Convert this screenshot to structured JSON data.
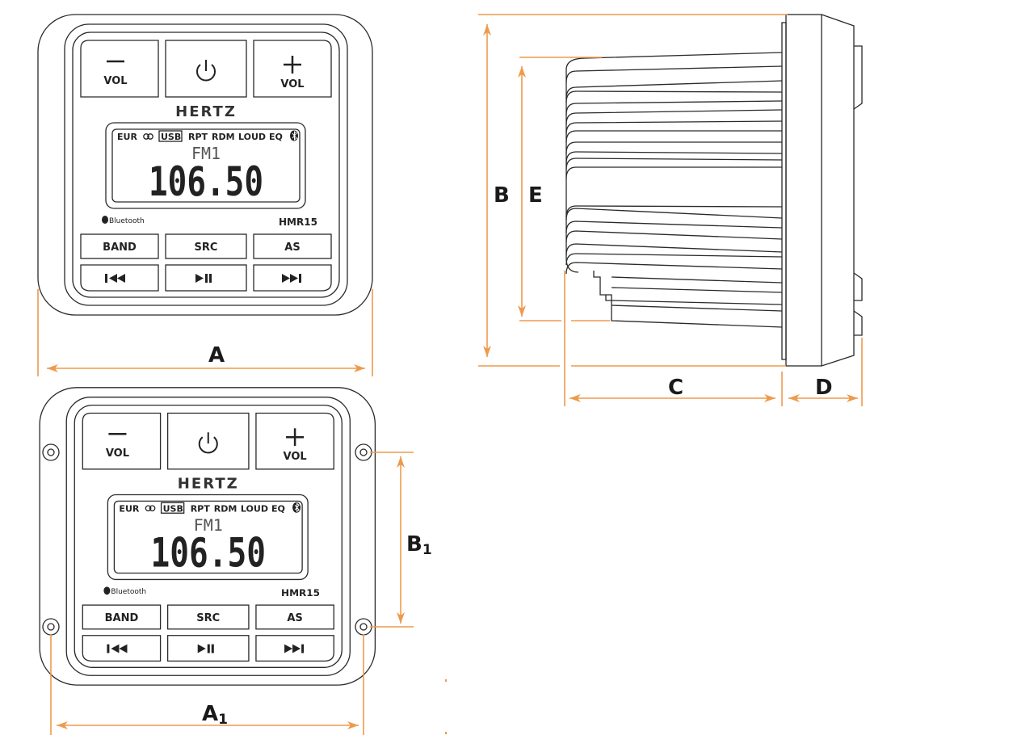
{
  "faceplate": {
    "vol_label": "VOL",
    "brand": "HERTZ",
    "status_indicators": {
      "eur": "EUR",
      "usb": "USB",
      "rpt": "RPT",
      "rdm": "RDM",
      "loud": "LOUD",
      "eq": "EQ"
    },
    "band_display": "FM1",
    "frequency": "106.50",
    "bluetooth_label": "Bluetooth",
    "model": "HMR15",
    "buttons": {
      "band": "BAND",
      "src": "SRC",
      "as": "AS"
    },
    "icons": [
      "minus-icon",
      "power-icon",
      "plus-icon",
      "stereo-icon",
      "bluetooth-icon",
      "previous-track-icon",
      "play-pause-icon",
      "next-track-icon"
    ]
  },
  "dimensions": {
    "a": "A",
    "a1": {
      "letter": "A",
      "subscript": "1"
    },
    "b": "B",
    "b1": {
      "letter": "B",
      "subscript": "1"
    },
    "c": "C",
    "d": "D",
    "e": "E"
  },
  "colors": {
    "dimension_lines": "#EE9A4D",
    "outline": "#2a2a2a"
  }
}
